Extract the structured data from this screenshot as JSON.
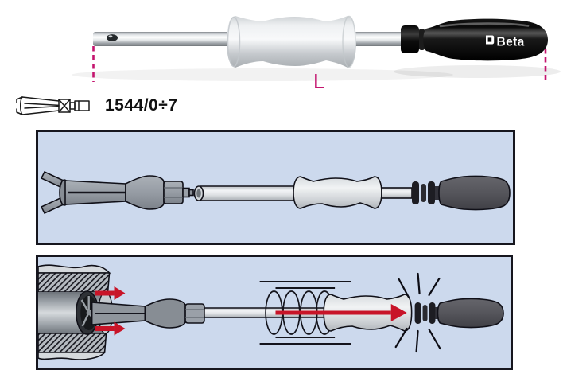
{
  "product": {
    "code": "1544/0÷7"
  },
  "photo": {
    "brand_label": "Beta",
    "dimension_label": "L"
  },
  "colors": {
    "dimension_magenta": "#c4146e",
    "panel_background": "#ccd9ed",
    "panel_border": "#16161e",
    "arrow_red": "#c81428",
    "code_text": "#111111"
  },
  "icons": {
    "collet_adapter_icon": "line-art expanding-collet",
    "beta_logo_icon": "square brand mark"
  }
}
